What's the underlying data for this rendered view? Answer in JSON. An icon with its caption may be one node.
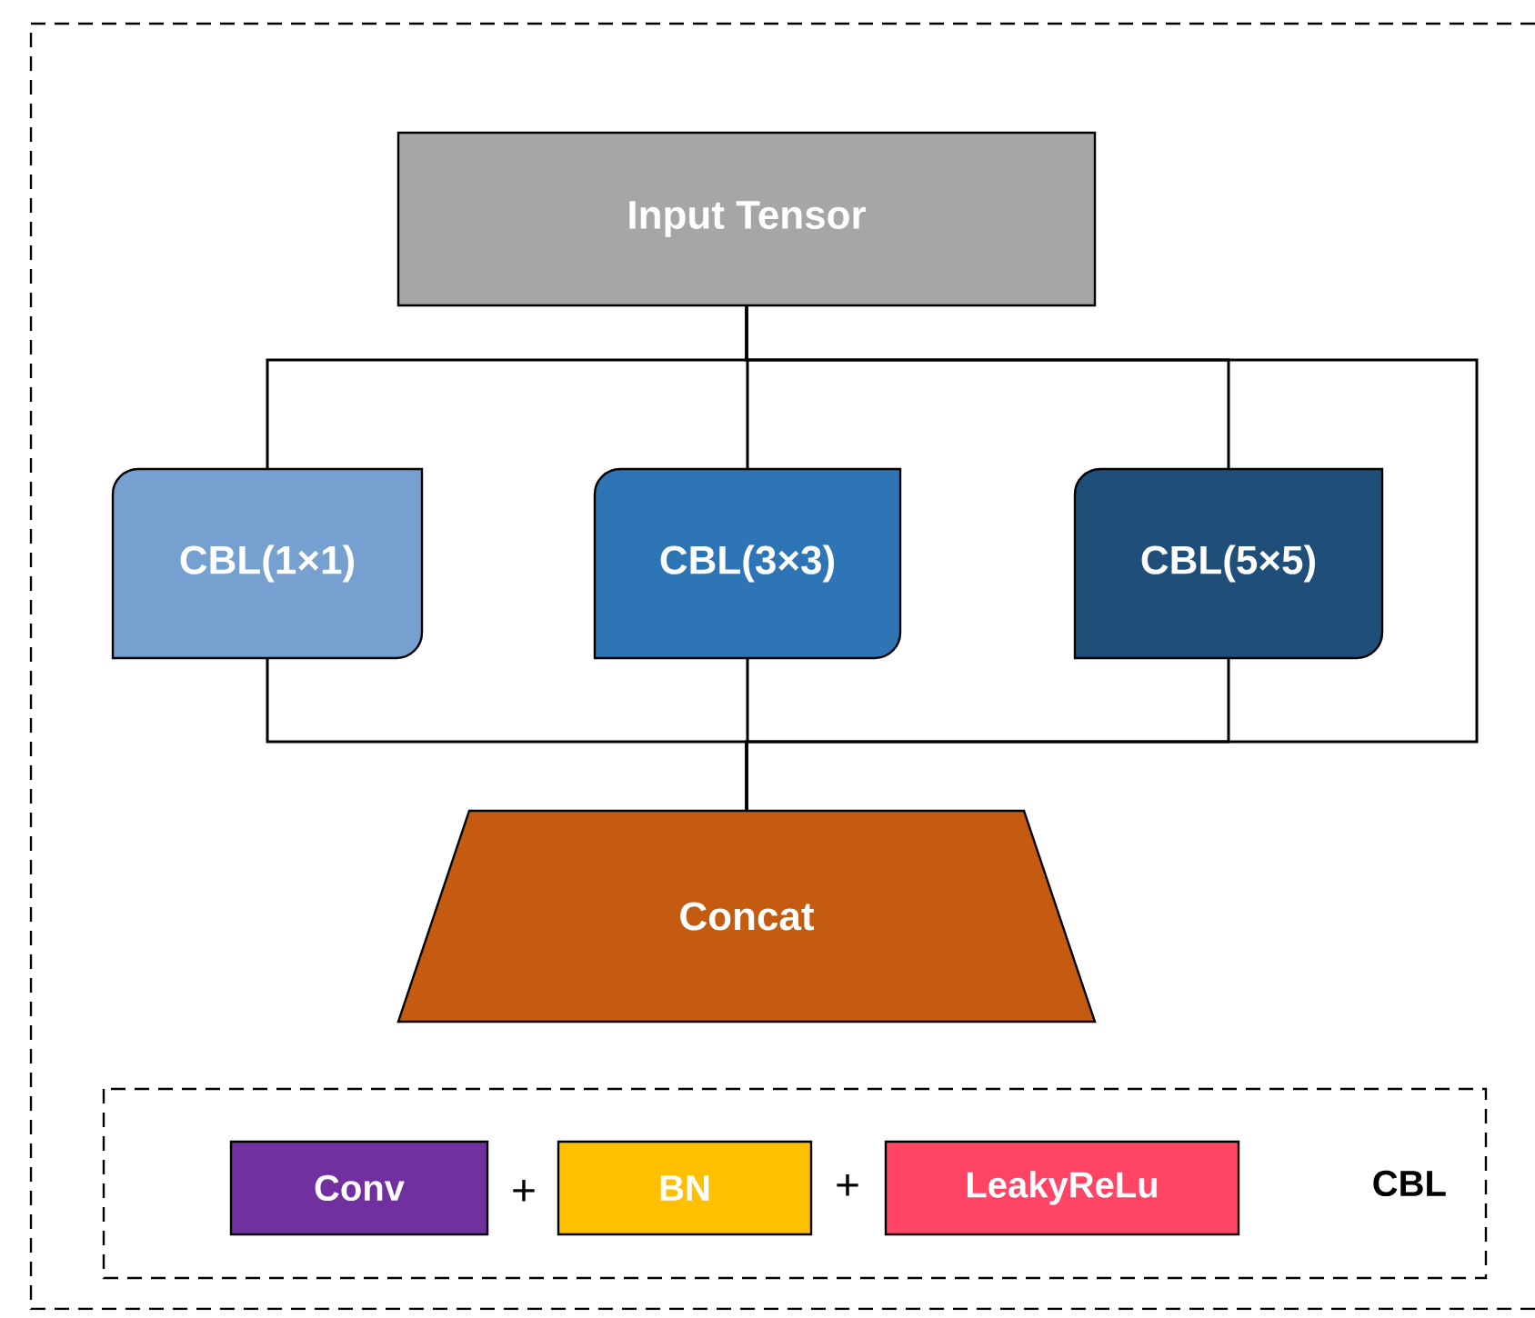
{
  "diagram": {
    "nodes": [
      {
        "text": [
          "Input Tensor"
        ]
      },
      {
        "text": [
          "CBL(1×1)"
        ]
      },
      {
        "text": [
          "CBL(3×3)"
        ]
      },
      {
        "text": [
          "CBL(5×5)"
        ]
      },
      {
        "text": [
          "Concat"
        ]
      },
      {
        "text": [
          "CBL"
        ]
      },
      {
        "text": [
          "Conv"
        ],
        "in": 5
      },
      {
        "text": [
          "BN"
        ],
        "in": 5
      },
      {
        "text": [
          "LeakyReLu"
        ],
        "in": 5
      }
    ],
    "edges": [
      {
        "from": 0,
        "to": 1,
        "arrow": "none"
      },
      {
        "from": 0,
        "to": 2,
        "arrow": "none"
      },
      {
        "from": 0,
        "to": 3,
        "arrow": "none"
      },
      {
        "from": 0,
        "to": 4,
        "arrow": "none"
      },
      {
        "from": 1,
        "to": 4,
        "arrow": "none"
      },
      {
        "from": 2,
        "to": 4,
        "arrow": "none"
      },
      {
        "from": 3,
        "to": 4,
        "arrow": "none"
      }
    ],
    "labels": [
      "+",
      "+"
    ]
  }
}
